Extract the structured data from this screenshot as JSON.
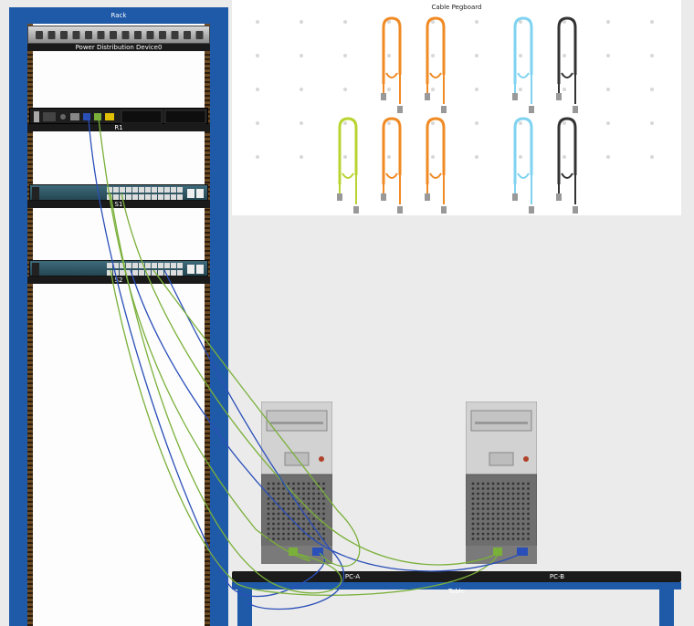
{
  "rack": {
    "title": "Rack"
  },
  "devices": {
    "pdu": "Power Distribution Device0",
    "router": "R1",
    "switch1": "S1",
    "switch2": "S2"
  },
  "pegboard": {
    "title": "Cable Pegboard"
  },
  "pcs": [
    {
      "label": "PC-A"
    },
    {
      "label": "PC-B"
    }
  ],
  "table": {
    "label": "Table"
  },
  "colors": {
    "rack_blue": "#1f5aa8",
    "rail_wood": "#6b4a24",
    "cable_orange": "#f08a24",
    "cable_lightblue": "#7fd3f0",
    "cable_black": "#333333",
    "cable_lime": "#b8d430",
    "link_green": "#7ab03a",
    "link_blue": "#2a4fb8"
  }
}
